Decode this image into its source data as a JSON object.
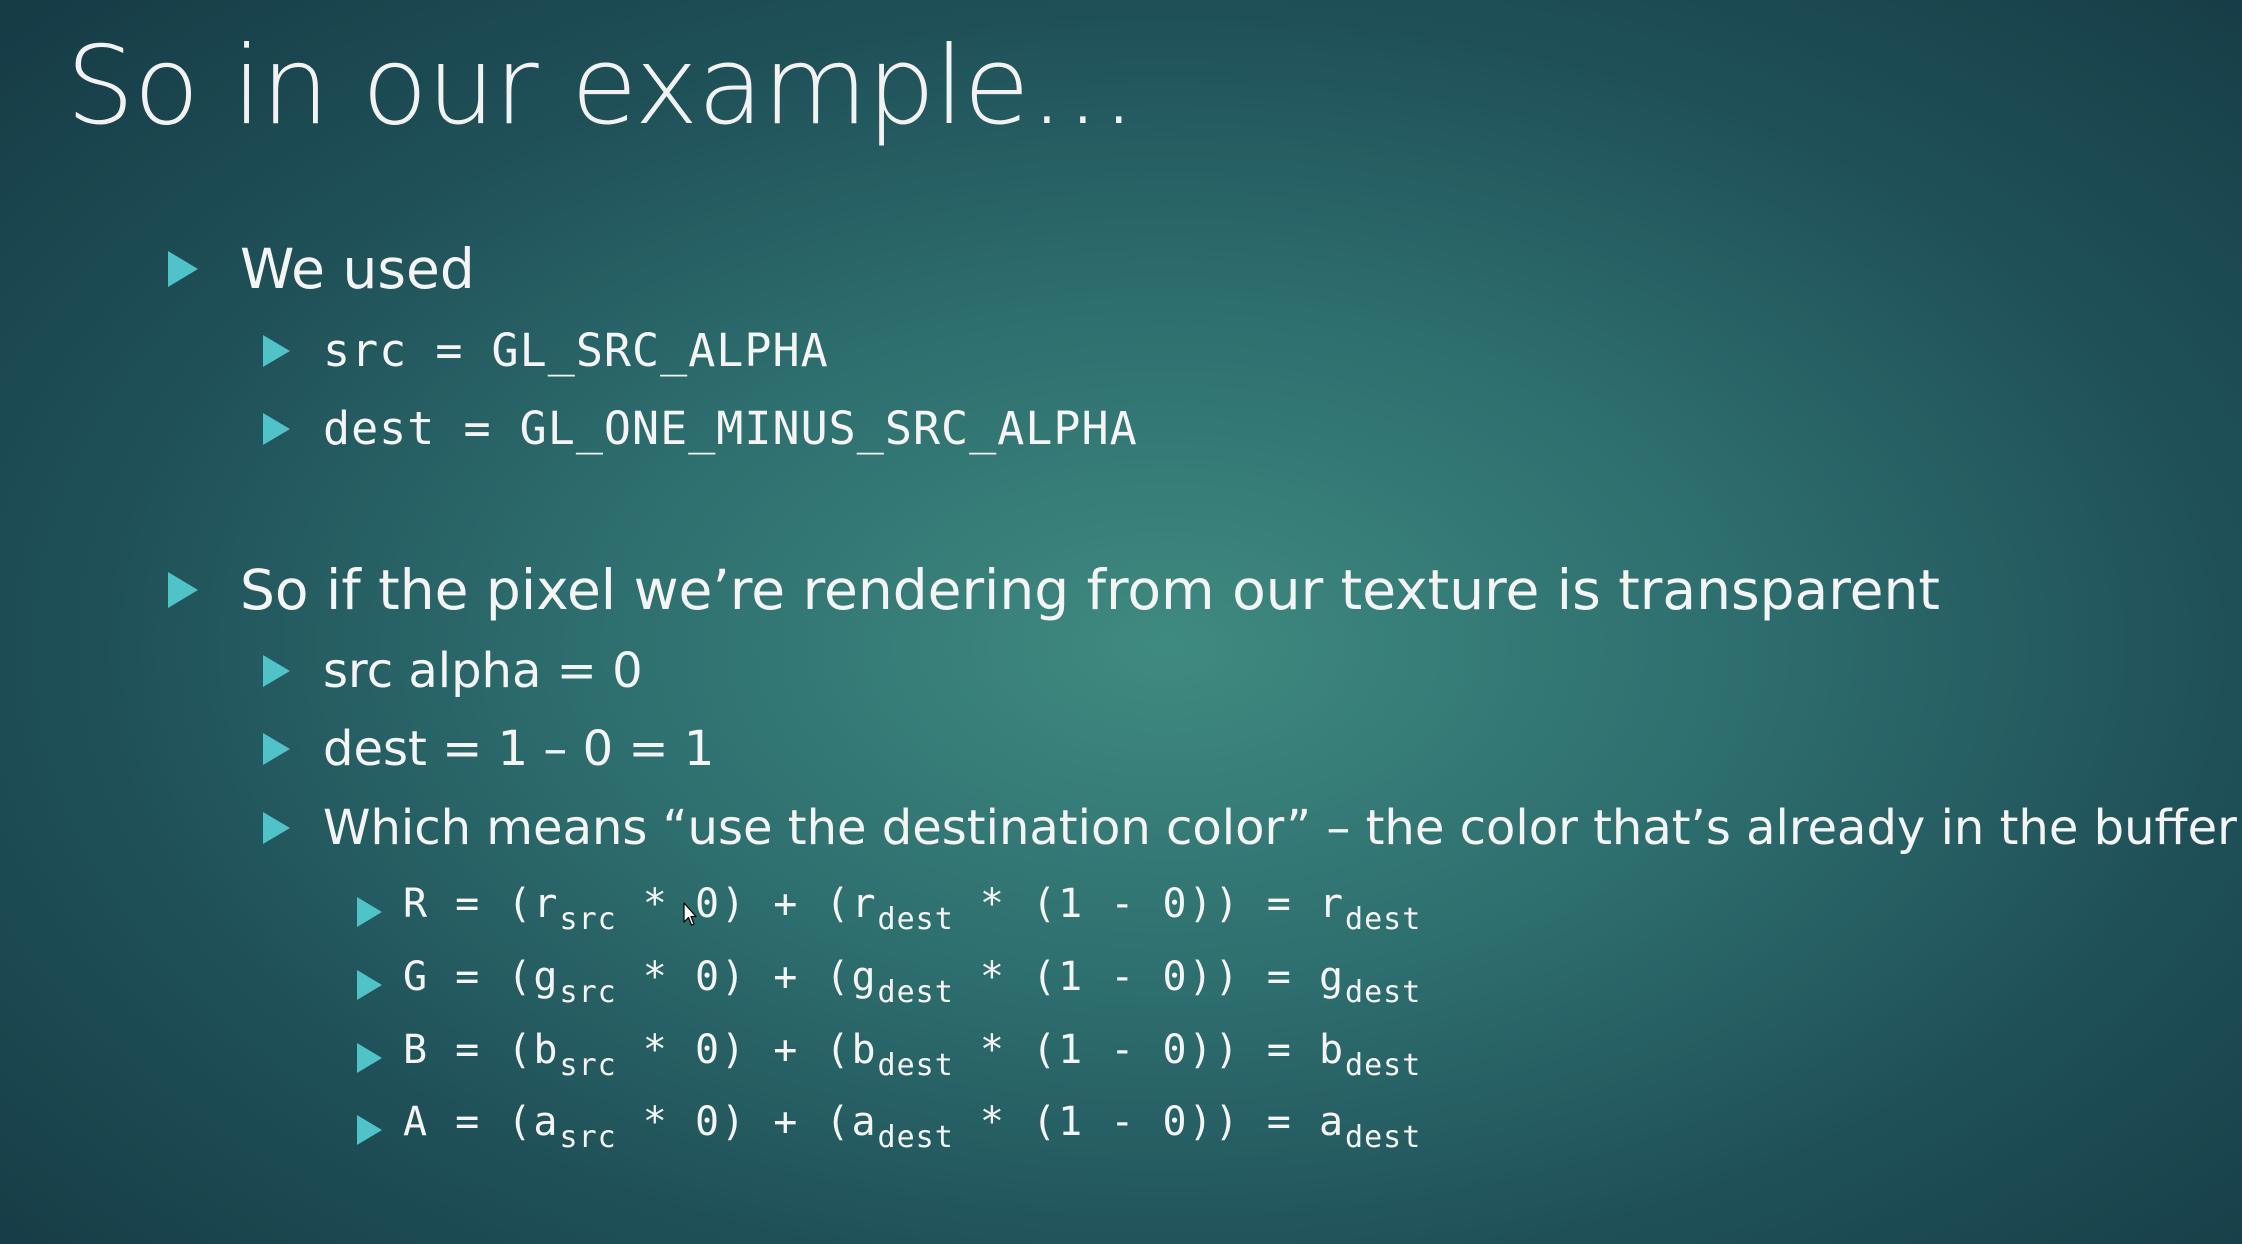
{
  "title": "So in our example…",
  "bullets": [
    {
      "text": "We used",
      "children": [
        {
          "text": "src = GL_SRC_ALPHA"
        },
        {
          "text": "dest = GL_ONE_MINUS_SRC_ALPHA"
        }
      ]
    },
    {
      "text": "So if the pixel we’re rendering from our texture is transparent",
      "children": [
        {
          "text": "src alpha = 0"
        },
        {
          "text": "dest = 1 – 0 = 1"
        },
        {
          "text": "Which means “use the destination color” – the color that’s already in the buffer",
          "equations": [
            {
              "lhs": "R",
              "v1": "r",
              "v2": "r",
              "v3": "r"
            },
            {
              "lhs": "G",
              "v1": "g",
              "v2": "g",
              "v3": "g"
            },
            {
              "lhs": "B",
              "v1": "b",
              "v2": "b",
              "v3": "b"
            },
            {
              "lhs": "A",
              "v1": "a",
              "v2": "a",
              "v3": "a"
            }
          ]
        }
      ]
    }
  ],
  "eq_parts": {
    "eq_open": " = (",
    "src_sub": "src",
    "mid1": " * 0) + (",
    "dest_sub": "dest",
    "mid2": " * (1 - 0)) = ",
    "dest_sub2": "dest"
  },
  "colors": {
    "bullet_arrow": "#4fc3c7",
    "text": "#f4f4f4",
    "background_center": "#3f8a80",
    "background_edge": "#163c46"
  }
}
